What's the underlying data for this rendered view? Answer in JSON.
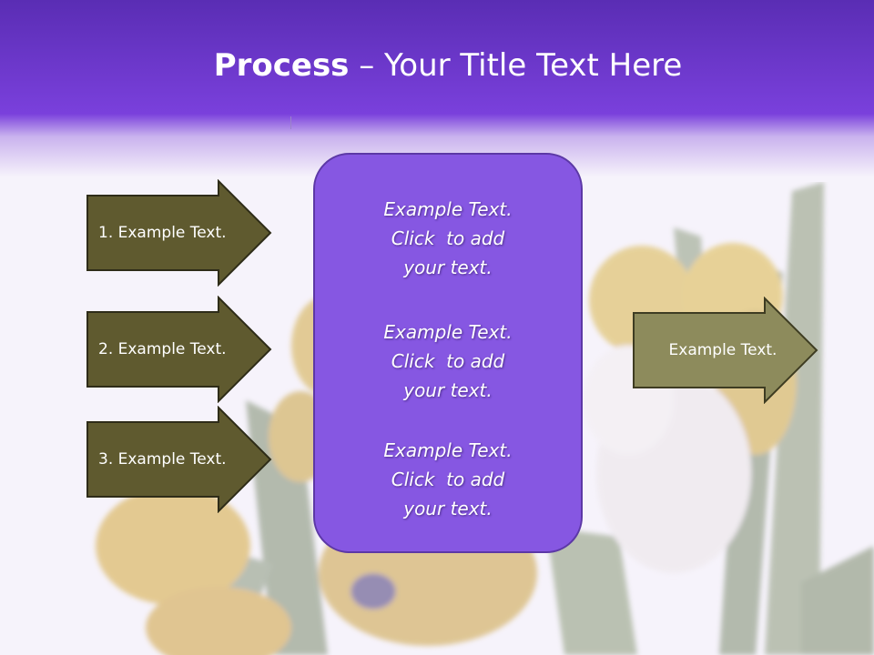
{
  "title": {
    "bold": "Process",
    "rest": " – Your Title Text Here"
  },
  "left_arrows": [
    {
      "label": "1. Example Text."
    },
    {
      "label": "2. Example Text."
    },
    {
      "label": "3. Example Text."
    }
  ],
  "center_box": {
    "paragraphs": [
      {
        "lines": [
          "Example Text.",
          "Click  to add",
          "your text."
        ]
      },
      {
        "lines": [
          "Example Text.",
          "Click  to add",
          "your text."
        ]
      },
      {
        "lines": [
          "Example Text.",
          "Click  to add",
          "your text."
        ]
      }
    ]
  },
  "right_arrow": {
    "label": "Example Text."
  },
  "colors": {
    "header": "#7a40dc",
    "left_arrow_fill": "#5f5a2f",
    "right_arrow_fill": "#8d8b5c",
    "center_box_fill": "#8657e2"
  }
}
